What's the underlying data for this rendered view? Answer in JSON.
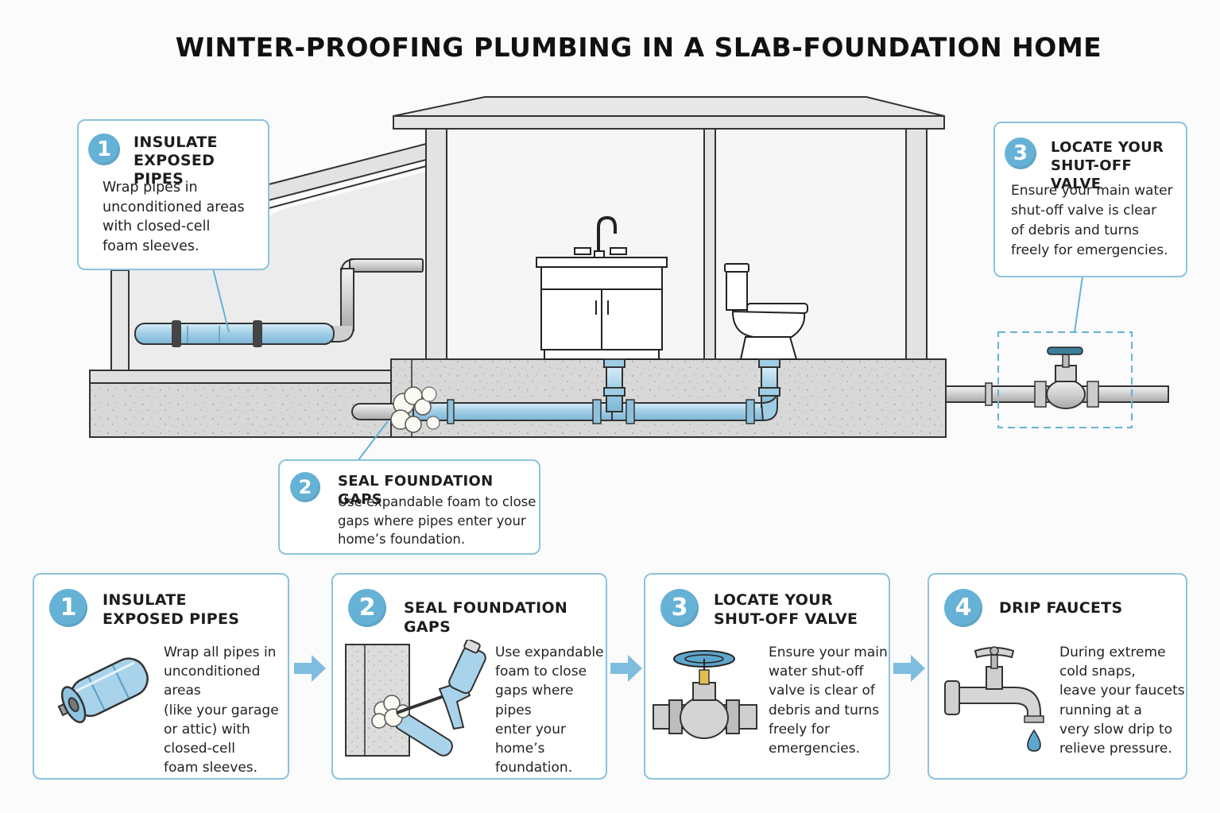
{
  "title": "WINTER-PROOFING PLUMBING IN A SLAB-FOUNDATION HOME",
  "callouts": [
    {
      "number": "1",
      "title_lines": [
        "INSULATE",
        "EXPOSED PIPES"
      ],
      "text_lines": [
        "Wrap pipes in",
        "unconditioned areas",
        "with closed-cell",
        "foam sleeves."
      ]
    },
    {
      "number": "2",
      "title_lines": [
        "SEAL FOUNDATION GAPS"
      ],
      "text_lines": [
        "Use expandable foam to close",
        "gaps where pipes enter your",
        "home’s foundation."
      ]
    },
    {
      "number": "3",
      "title_lines": [
        "LOCATE YOUR",
        "SHUT-OFF VALVE"
      ],
      "text_lines": [
        "Ensure your main water",
        "shut-off valve is clear",
        "of debris and turns",
        "freely for emergencies."
      ]
    }
  ],
  "steps": [
    {
      "number": "1",
      "title_lines": [
        "INSULATE",
        "EXPOSED PIPES"
      ],
      "text_lines": [
        "Wrap all pipes in",
        "unconditioned areas",
        "(like your garage",
        "or attic) with",
        "closed-cell",
        "foam sleeves."
      ],
      "icon": "foam-insulated-pipe-icon"
    },
    {
      "number": "2",
      "title_lines": [
        "SEAL FOUNDATION GAPS"
      ],
      "text_lines": [
        "Use expandable",
        "foam to close",
        "gaps where pipes",
        "enter your",
        "home’s",
        "foundation."
      ],
      "icon": "foam-spray-can-icon"
    },
    {
      "number": "3",
      "title_lines": [
        "LOCATE YOUR",
        "SHUT-OFF VALVE"
      ],
      "text_lines": [
        "Ensure your main",
        "water shut-off",
        "valve is clear of",
        "debris and turns",
        "freely for",
        "emergencies."
      ],
      "icon": "gate-valve-icon"
    },
    {
      "number": "4",
      "title_lines": [
        "DRIP FAUCETS"
      ],
      "text_lines": [
        "During extreme",
        "cold snaps,",
        "leave your faucets",
        "running at a",
        "very slow drip to",
        "relieve pressure."
      ],
      "icon": "dripping-faucet-icon"
    }
  ],
  "colors": {
    "accent": "#66b2d6",
    "border": "#8cc3de",
    "pipe_blue": "#a9d3ea",
    "concrete": "#d9d9d9",
    "wall": "#e6e6e6"
  }
}
